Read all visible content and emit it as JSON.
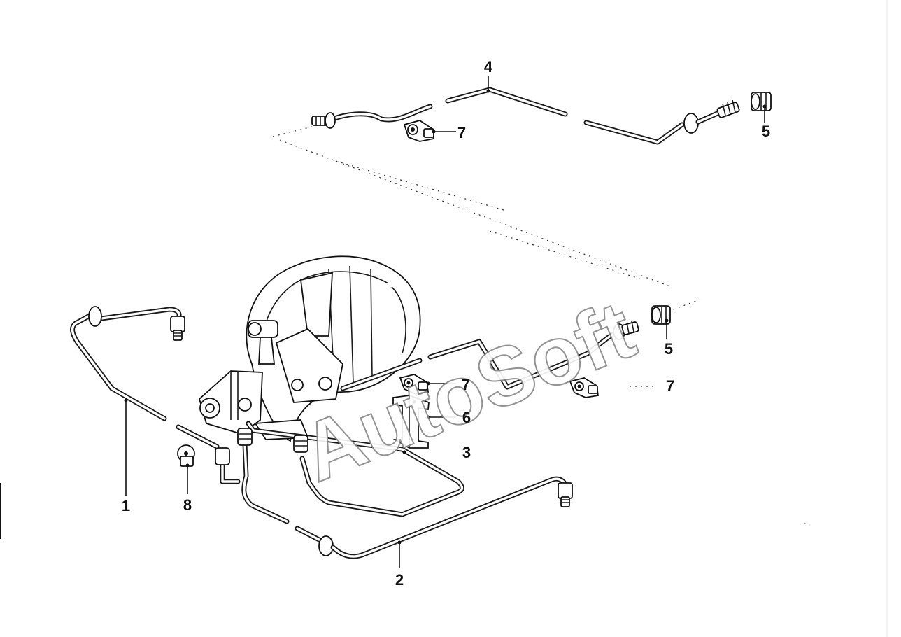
{
  "watermark": "AutoSoft",
  "callouts": {
    "c1": "1",
    "c2": "2",
    "c3": "3",
    "c4": "4",
    "c5a": "5",
    "c5b": "5",
    "c6": "6",
    "c7a": "7",
    "c7b": "7",
    "c7c": "7",
    "c8": "8"
  }
}
